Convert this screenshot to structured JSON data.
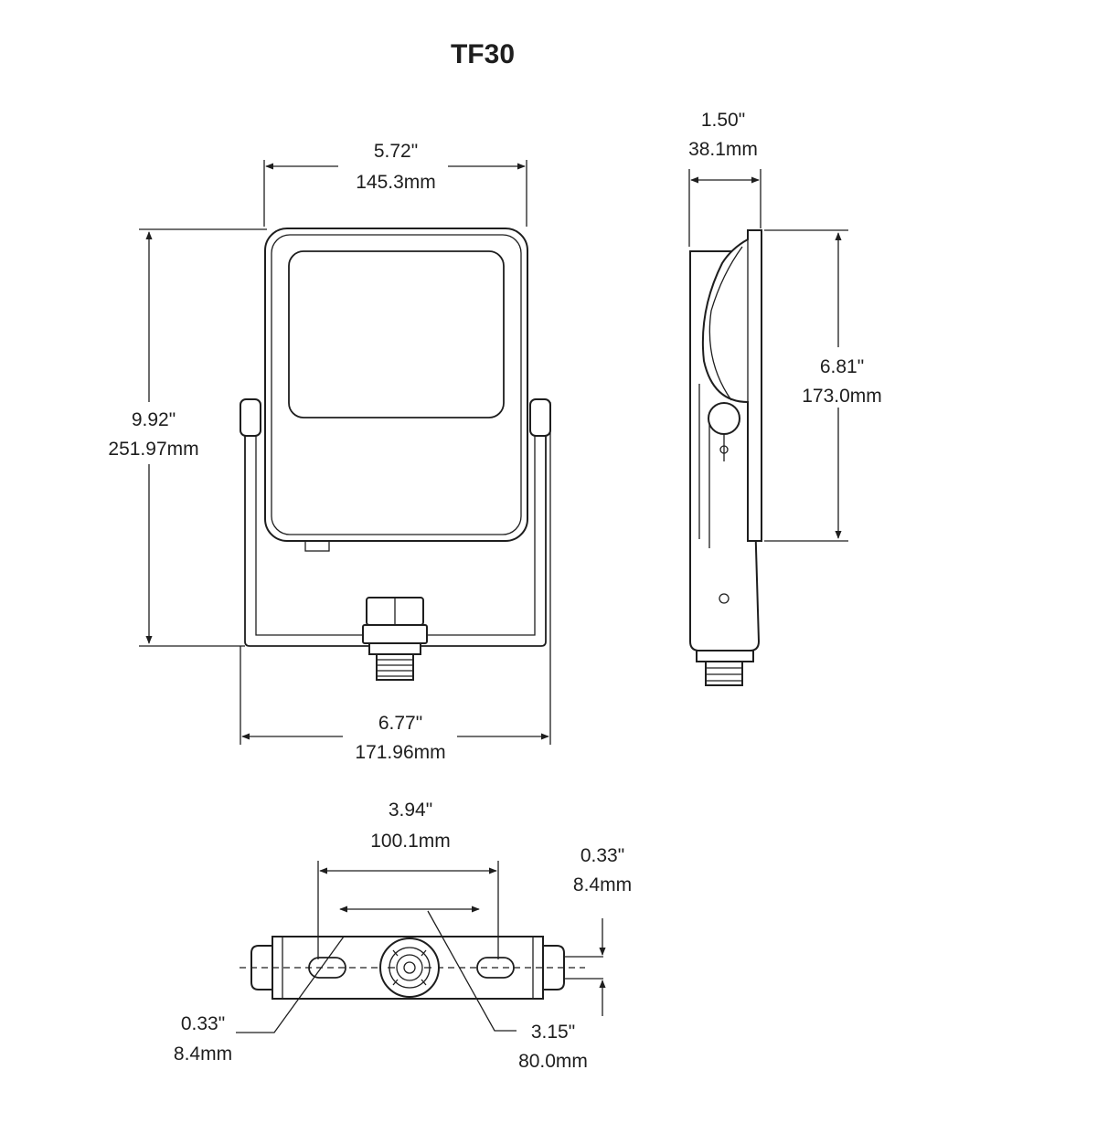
{
  "title": "TF30",
  "dimensions": {
    "front_width": {
      "inches": "5.72\"",
      "mm": "145.3mm"
    },
    "front_height": {
      "inches": "9.92\"",
      "mm": "251.97mm"
    },
    "bracket_width": {
      "inches": "6.77\"",
      "mm": "171.96mm"
    },
    "side_depth": {
      "inches": "1.50\"",
      "mm": "38.1mm"
    },
    "side_height": {
      "inches": "6.81\"",
      "mm": "173.0mm"
    },
    "slot_spacing": {
      "inches": "3.94\"",
      "mm": "100.1mm"
    },
    "slot_width": {
      "inches": "0.33\"",
      "mm": "8.4mm"
    },
    "slot_diameter": {
      "inches": "0.33\"",
      "mm": "8.4mm"
    },
    "inner_spacing": {
      "inches": "3.15\"",
      "mm": "80.0mm"
    }
  }
}
